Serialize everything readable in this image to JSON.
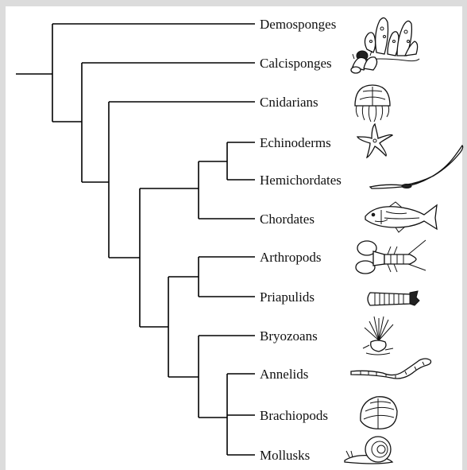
{
  "diagram": {
    "type": "phylogenetic-tree",
    "taxa": [
      {
        "label": "Demosponges",
        "icon": "sponge-icon"
      },
      {
        "label": "Calcisponges",
        "icon": "calcisponge-icon"
      },
      {
        "label": "Cnidarians",
        "icon": "jellyfish-icon"
      },
      {
        "label": "Echinoderms",
        "icon": "sea-star-icon"
      },
      {
        "label": "Hemichordates",
        "icon": "acorn-worm-icon"
      },
      {
        "label": "Chordates",
        "icon": "fish-icon"
      },
      {
        "label": "Arthropods",
        "icon": "lobster-icon"
      },
      {
        "label": "Priapulids",
        "icon": "priapulid-worm-icon"
      },
      {
        "label": "Bryozoans",
        "icon": "bryozoan-icon"
      },
      {
        "label": "Annelids",
        "icon": "earthworm-icon"
      },
      {
        "label": "Brachiopods",
        "icon": "brachiopod-shell-icon"
      },
      {
        "label": "Mollusks",
        "icon": "snail-icon"
      }
    ]
  }
}
